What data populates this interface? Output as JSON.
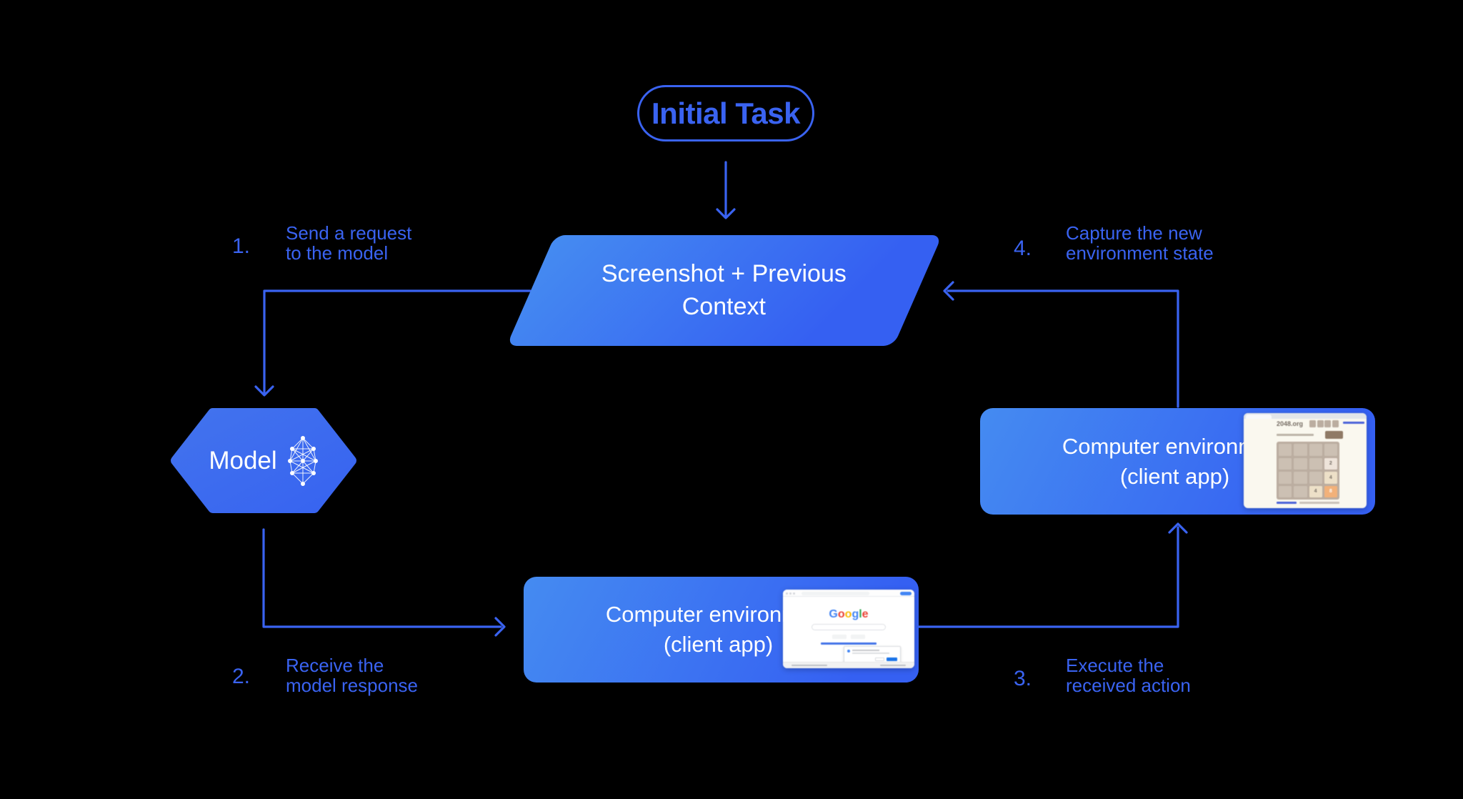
{
  "colors": {
    "background": "#000000",
    "accent": "#3A63F1",
    "shape_gradient_light": "#458BF1",
    "shape_gradient_dark": "#3560F2",
    "shape_text": "#FFFFFF",
    "google_blue": "#4285F4",
    "google_red": "#EA4335",
    "google_yellow": "#FBBC05",
    "google_green": "#34A853",
    "tile2": "#EEE4DA",
    "tile4": "#EDE0C8",
    "tile8": "#F2B179"
  },
  "initial_task": {
    "label": "Initial Task"
  },
  "context_block": {
    "line1": "Screenshot + Previous",
    "line2": "Context"
  },
  "model_block": {
    "label": "Model"
  },
  "env_right": {
    "line1": "Computer environment",
    "line2": "(client app)"
  },
  "env_bottom": {
    "line1": "Computer environment",
    "line2": "(client app)"
  },
  "steps": {
    "s1": {
      "num": "1.",
      "line1": "Send a request",
      "line2": "to the model"
    },
    "s2": {
      "num": "2.",
      "line1": "Receive the",
      "line2": "model response"
    },
    "s3": {
      "num": "3.",
      "line1": "Execute the",
      "line2": "received action"
    },
    "s4": {
      "num": "4.",
      "line1": "Capture the new",
      "line2": "environment state"
    }
  },
  "mini_2048": {
    "site_title": "2048.org",
    "grid": [
      [
        "",
        "",
        "",
        ""
      ],
      [
        "",
        "",
        "",
        "2"
      ],
      [
        "",
        "",
        "",
        "4"
      ],
      [
        "",
        "",
        "4",
        "8"
      ]
    ]
  },
  "mini_google": {
    "logo_letters": {
      "l1": "G",
      "l2": "o",
      "l3": "o",
      "l4": "g",
      "l5": "l",
      "l6": "e"
    }
  }
}
